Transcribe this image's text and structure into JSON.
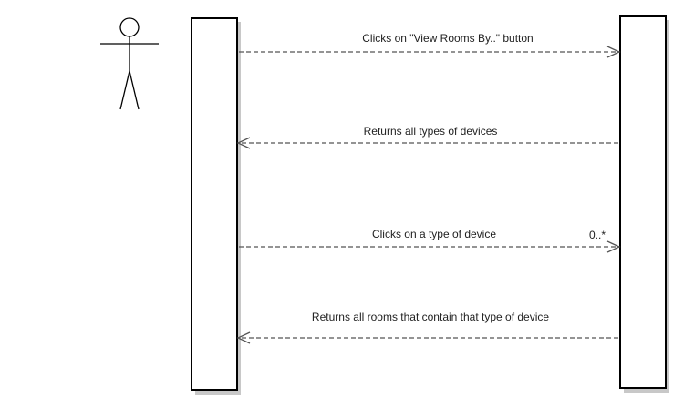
{
  "diagram": {
    "type": "sequence-diagram",
    "actor": {
      "icon": "stick-figure-icon",
      "label": ""
    },
    "messages": [
      {
        "label": "Clicks on \"View Rooms By..\" button",
        "direction": "right",
        "multiplicity": ""
      },
      {
        "label": "Returns all types of devices",
        "direction": "left",
        "multiplicity": ""
      },
      {
        "label": "Clicks on a type of device",
        "direction": "right",
        "multiplicity": "0..*"
      },
      {
        "label": "Returns all rooms that contain that type of device",
        "direction": "left",
        "multiplicity": ""
      }
    ]
  }
}
